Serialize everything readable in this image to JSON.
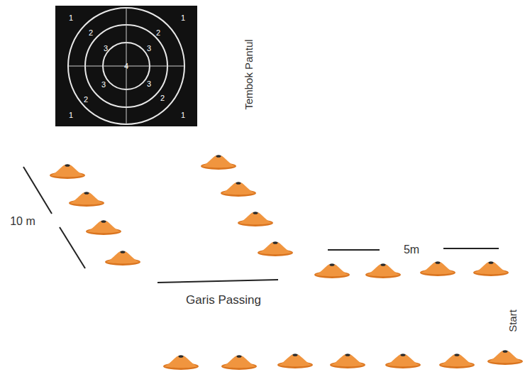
{
  "diagram": {
    "labels": [
      "Tembok Pantul",
      "10 m",
      "5m",
      "Garis Passing",
      "Start",
      "1",
      "1",
      "1",
      "1",
      "2",
      "2",
      "2",
      "2",
      "3",
      "3",
      "3",
      "3",
      "4"
    ]
  }
}
